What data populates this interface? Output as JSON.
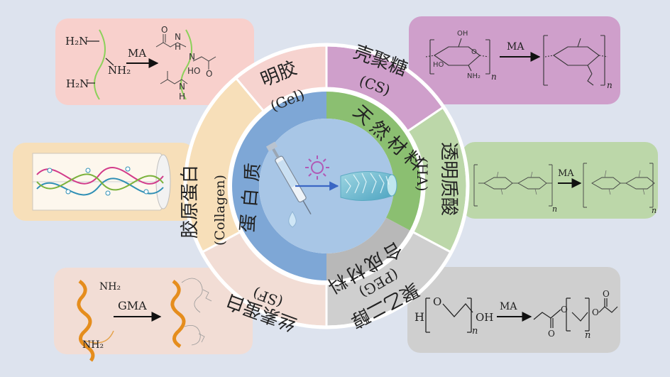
{
  "center": {
    "top_label": "天然材料",
    "left_label": "蛋白质",
    "bottom_label": "合成材料"
  },
  "segments": {
    "gel": {
      "cn": "明胶",
      "en": "(Gel)",
      "color": "#f6d3cf"
    },
    "cs": {
      "cn": "壳聚糖",
      "en": "(CS)",
      "color": "#cf9fcb"
    },
    "ha": {
      "cn": "透明质酸",
      "en": "(HA)",
      "color": "#bcd7a9"
    },
    "peg": {
      "cn": "聚乙二醇",
      "en": "(PEG)",
      "color": "#cfcfcf"
    },
    "sf": {
      "cn": "丝素蛋白",
      "en": "(SF)",
      "color": "#f2ddd5"
    },
    "collagen": {
      "cn": "胶原蛋白",
      "en": "(Collagen)",
      "color": "#f7dfb9"
    }
  },
  "boxes": {
    "gel": {
      "reagent": "MA",
      "nh2_top": "H₂N",
      "nh2_mid": "NH₂",
      "nh2_bot": "H₂N",
      "prod_o1": "O",
      "prod_n1": "N",
      "prod_h1": "H",
      "prod_n2": "N",
      "prod_ho": "HO",
      "prod_o2": "O",
      "prod_n3": "N",
      "prod_h3": "H"
    },
    "cs": {
      "reagent": "MA",
      "oh": "OH",
      "ho": "HO",
      "o": "O",
      "nh2": "NH₂",
      "n": "n",
      "n2": "n"
    },
    "ha": {
      "reagent": "MA",
      "n": "n",
      "n2": "n"
    },
    "peg": {
      "reagent": "MA",
      "h": "H",
      "o": "O",
      "oh": "OH",
      "n": "n",
      "n2": "n",
      "o2": "O",
      "o3": "O",
      "o4": "O",
      "o5": "O"
    },
    "sf": {
      "reagent": "GMA",
      "nh2_1": "NH₂",
      "nh2_2": "NH₂"
    }
  },
  "colors": {
    "background": "#dde3ee",
    "inner_blue": "#7ea7d6",
    "light_blue": "#a8c6e6",
    "natural_green": "#8bbf71",
    "synthetic_gray": "#b8b8b8",
    "arrow_blue": "#3a66c4"
  }
}
